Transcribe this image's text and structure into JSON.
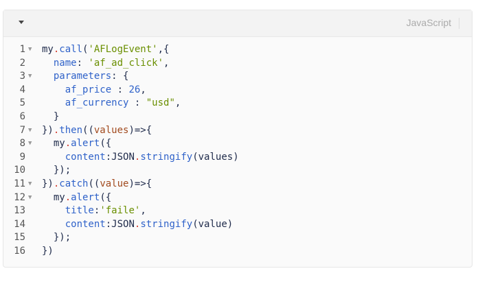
{
  "header": {
    "language": "JavaScript",
    "toggle_icon": "caret-down-icon"
  },
  "colors": {
    "default": "#1e2a4a",
    "property": "#2f62c9",
    "string": "#6a8f00",
    "punct_dot": "#d33a2c",
    "param": "#a14a1e"
  },
  "lines": [
    {
      "num": "1",
      "fold": true,
      "tokens": [
        [
          "d",
          "my"
        ],
        [
          "r",
          "."
        ],
        [
          "k",
          "call"
        ],
        [
          "d",
          "("
        ],
        [
          "s",
          "'AFLogEvent'"
        ],
        [
          "d",
          ",{"
        ]
      ]
    },
    {
      "num": "2",
      "fold": false,
      "tokens": [
        [
          "d",
          "  "
        ],
        [
          "k",
          "name"
        ],
        [
          "d",
          ": "
        ],
        [
          "s",
          "'af_ad_click'"
        ],
        [
          "d",
          ","
        ]
      ]
    },
    {
      "num": "3",
      "fold": true,
      "tokens": [
        [
          "d",
          "  "
        ],
        [
          "k",
          "parameters"
        ],
        [
          "d",
          ": {"
        ]
      ]
    },
    {
      "num": "4",
      "fold": false,
      "tokens": [
        [
          "d",
          "    "
        ],
        [
          "k",
          "af_price"
        ],
        [
          "d",
          " : "
        ],
        [
          "n",
          "26"
        ],
        [
          "d",
          ","
        ]
      ]
    },
    {
      "num": "5",
      "fold": false,
      "tokens": [
        [
          "d",
          "    "
        ],
        [
          "k",
          "af_currency"
        ],
        [
          "d",
          " : "
        ],
        [
          "s",
          "\"usd\""
        ],
        [
          "d",
          ","
        ]
      ]
    },
    {
      "num": "6",
      "fold": false,
      "tokens": [
        [
          "d",
          "  }"
        ]
      ]
    },
    {
      "num": "7",
      "fold": true,
      "tokens": [
        [
          "d",
          "})"
        ],
        [
          "r",
          "."
        ],
        [
          "k",
          "then"
        ],
        [
          "d",
          "(("
        ],
        [
          "v",
          "values"
        ],
        [
          "d",
          ")=>{"
        ]
      ]
    },
    {
      "num": "8",
      "fold": true,
      "tokens": [
        [
          "d",
          "  my"
        ],
        [
          "r",
          "."
        ],
        [
          "k",
          "alert"
        ],
        [
          "d",
          "({"
        ]
      ]
    },
    {
      "num": "9",
      "fold": false,
      "tokens": [
        [
          "d",
          "    "
        ],
        [
          "k",
          "content"
        ],
        [
          "d",
          ":JSON"
        ],
        [
          "r",
          "."
        ],
        [
          "k",
          "stringify"
        ],
        [
          "d",
          "(values)"
        ]
      ]
    },
    {
      "num": "10",
      "fold": false,
      "tokens": [
        [
          "d",
          "  });"
        ]
      ]
    },
    {
      "num": "11",
      "fold": true,
      "tokens": [
        [
          "d",
          "})"
        ],
        [
          "r",
          "."
        ],
        [
          "k",
          "catch"
        ],
        [
          "d",
          "(("
        ],
        [
          "v",
          "value"
        ],
        [
          "d",
          ")=>{"
        ]
      ]
    },
    {
      "num": "12",
      "fold": true,
      "tokens": [
        [
          "d",
          "  my"
        ],
        [
          "r",
          "."
        ],
        [
          "k",
          "alert"
        ],
        [
          "d",
          "({"
        ]
      ]
    },
    {
      "num": "13",
      "fold": false,
      "tokens": [
        [
          "d",
          "    "
        ],
        [
          "k",
          "title"
        ],
        [
          "d",
          ":"
        ],
        [
          "s",
          "'faile'"
        ],
        [
          "d",
          ","
        ]
      ]
    },
    {
      "num": "14",
      "fold": false,
      "tokens": [
        [
          "d",
          "    "
        ],
        [
          "k",
          "content"
        ],
        [
          "d",
          ":JSON"
        ],
        [
          "r",
          "."
        ],
        [
          "k",
          "stringify"
        ],
        [
          "d",
          "(value)"
        ]
      ]
    },
    {
      "num": "15",
      "fold": false,
      "tokens": [
        [
          "d",
          "  });"
        ]
      ]
    },
    {
      "num": "16",
      "fold": false,
      "tokens": [
        [
          "d",
          "})"
        ]
      ]
    }
  ]
}
